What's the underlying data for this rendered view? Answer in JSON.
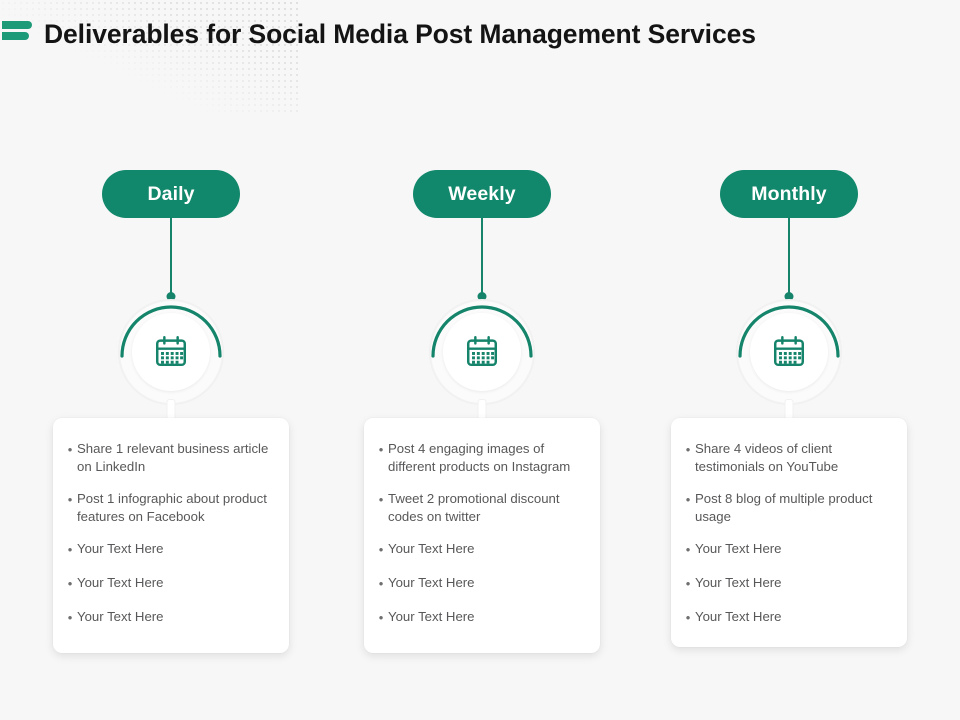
{
  "header": {
    "title": "Deliverables for Social Media Post Management Services",
    "logo_icon": "double-bar-logo-icon"
  },
  "theme": {
    "accent": "#11876b",
    "accent_line": "#15846b",
    "logo_green": "#1d9b78",
    "background": "#f7f7f7",
    "card_background": "#ffffff",
    "title_color": "#141414",
    "body_text_color": "#58585a",
    "pill_text_color": "#ffffff"
  },
  "columns": [
    {
      "pill_label": "Daily",
      "node_icon": "calendar-icon",
      "bullets": [
        "Share 1 relevant business article on LinkedIn",
        "Post 1 infographic about product features on Facebook",
        "Your Text Here",
        "Your Text Here",
        "Your Text Here"
      ]
    },
    {
      "pill_label": "Weekly",
      "node_icon": "calendar-icon",
      "bullets": [
        "Post 4 engaging images of different products on Instagram",
        "Tweet 2 promotional discount codes on twitter",
        "Your Text Here",
        "Your Text Here",
        "Your Text Here"
      ]
    },
    {
      "pill_label": "Monthly",
      "node_icon": "calendar-icon",
      "bullets": [
        "Share 4 videos of client testimonials on YouTube",
        "Post 8 blog of multiple product usage",
        "Your Text Here",
        "Your Text Here",
        "Your Text Here"
      ]
    }
  ]
}
